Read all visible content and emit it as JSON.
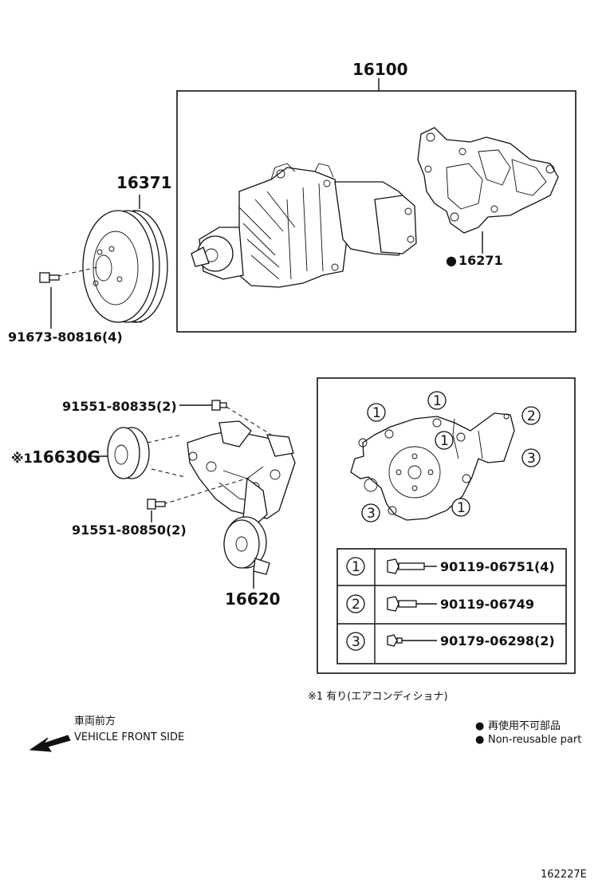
{
  "labels": {
    "water_pump_assy": "16100",
    "gasket": "16271",
    "pulley": "16371",
    "pulley_bolt": "91673-80816(4)",
    "bolt_upper": "91551-80835(2)",
    "idler_pulley_ac": "16630G",
    "ac_mark": "※1",
    "bolt_lower": "91551-80850(2)",
    "tensioner": "16620",
    "code": "162227E"
  },
  "circle_marks": {
    "one": "1",
    "two": "2",
    "three": "3"
  },
  "bolt_table": [
    {
      "mark": "1",
      "part": "90119-06751(4)"
    },
    {
      "mark": "2",
      "part": "90119-06749"
    },
    {
      "mark": "3",
      "part": "90179-06298(2)"
    }
  ],
  "notes": {
    "ac_note": "※1 有り(エアコンディショナ)",
    "front_jp": "車両前方",
    "front_en": "VEHICLE FRONT SIDE",
    "nonreusable_jp": "再使用不可部品",
    "nonreusable_en": "Non-reusable part",
    "bullet": "●"
  }
}
